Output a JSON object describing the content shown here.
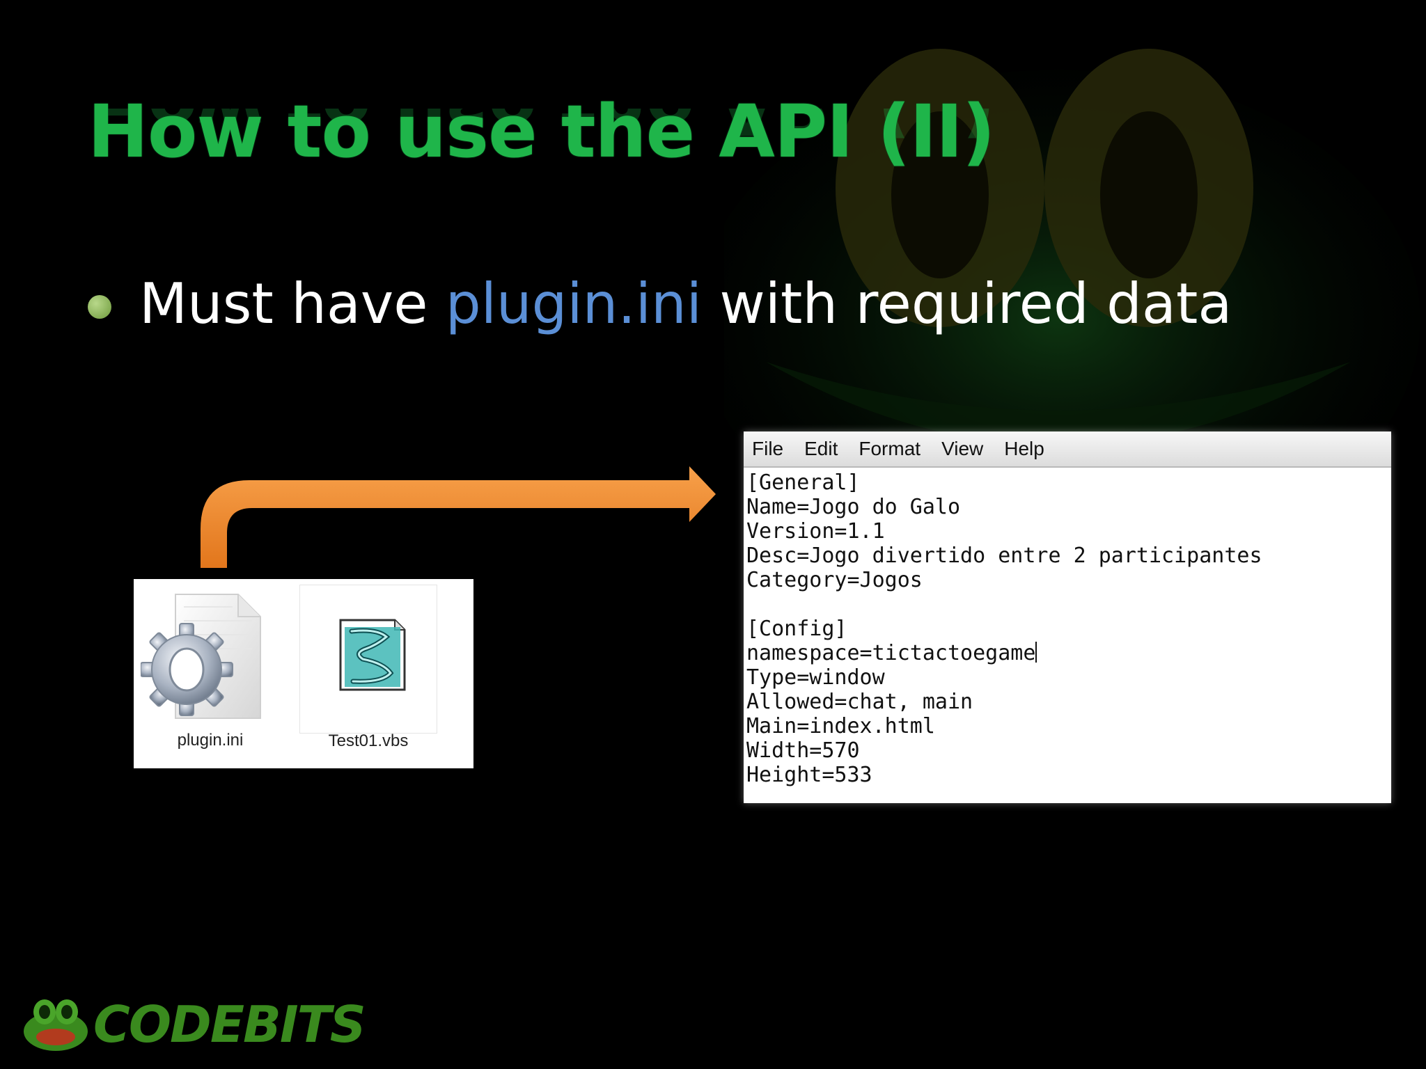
{
  "slide": {
    "title": "How to use the API (II)",
    "bullet": {
      "before": "Must have ",
      "highlight": "plugin.ini",
      "after": " with required data"
    }
  },
  "explorer": {
    "files": [
      {
        "label": "plugin.ini",
        "icon": "settings-file-icon"
      },
      {
        "label": "Test01.vbs",
        "icon": "script-file-icon"
      }
    ]
  },
  "notepad": {
    "menu": [
      "File",
      "Edit",
      "Format",
      "View",
      "Help"
    ],
    "lines": [
      "[General]",
      "Name=Jogo do Galo",
      "Version=1.1",
      "Desc=Jogo divertido entre 2 participantes",
      "Category=Jogos",
      "",
      "[Config]",
      "namespace=tictactoegame",
      "Type=window",
      "Allowed=chat, main",
      "Main=index.html",
      "Width=570",
      "Height=533"
    ]
  },
  "logo": {
    "text": "CODEBITS"
  },
  "colors": {
    "title": "#1fb54a",
    "highlight": "#5b8fd6",
    "arrow": "#f0892a",
    "background": "#000000"
  }
}
